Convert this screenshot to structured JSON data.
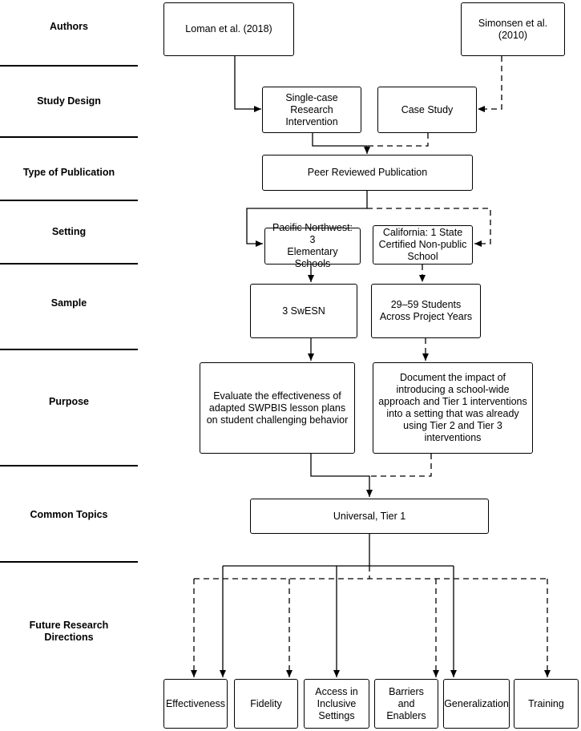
{
  "rows": {
    "authors": "Authors",
    "study_design": "Study Design",
    "type_of_publication": "Type of Publication",
    "setting": "Setting",
    "sample": "Sample",
    "purpose": "Purpose",
    "common_topics": "Common Topics",
    "future_research_line1": "Future Research",
    "future_research_line2": "Directions"
  },
  "left_study": {
    "author": "Loman et al. (2018)",
    "design_line1": "Single-case",
    "design_line2": "Research",
    "design_line3": "Intervention",
    "setting_line1": "Pacific Northwest: 3",
    "setting_line2": "Elementary Schools",
    "sample": "3 SwESN",
    "purpose_line1": "Evaluate the effectiveness of",
    "purpose_line2": "adapted SWPBIS lesson plans",
    "purpose_line3": "on student challenging behavior"
  },
  "right_study": {
    "author": "Simonsen et al. (2010)",
    "design": "Case Study",
    "setting_line1": "California: 1 State",
    "setting_line2": "Certified Non-public",
    "setting_line3": "School",
    "sample_line1": "29–59 Students",
    "sample_line2": "Across Project Years",
    "purpose_line1": "Document the impact of",
    "purpose_line2": "introducing a school-wide",
    "purpose_line3": "approach and Tier 1 interventions",
    "purpose_line4": "into a setting that was already",
    "purpose_line5": "using Tier 2 and Tier 3",
    "purpose_line6": "interventions"
  },
  "shared": {
    "publication": "Peer Reviewed Publication",
    "common_topic": "Universal, Tier 1"
  },
  "future_directions": {
    "effectiveness": "Effectiveness",
    "fidelity": "Fidelity",
    "access_line1": "Access in",
    "access_line2": "Inclusive",
    "access_line3": "Settings",
    "barriers_line1": "Barriers",
    "barriers_line2": "and",
    "barriers_line3": "Enablers",
    "generalization": "Generalization",
    "training": "Training"
  },
  "legend_semantics": {
    "solid_line": "Loman et al. (2018)",
    "dashed_line": "Simonsen et al. (2010)"
  }
}
